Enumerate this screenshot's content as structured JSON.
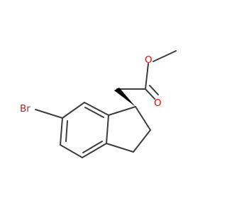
{
  "molecule": {
    "atoms": {
      "bromine": {
        "symbol": "Br",
        "color": "#a52a2a"
      },
      "carbonyl_oxygen": {
        "symbol": "O",
        "color": "#ff0000"
      },
      "ester_oxygen": {
        "symbol": "O",
        "color": "#ff0000"
      }
    },
    "colors": {
      "bond": "#3d3d3d",
      "background": "#ffffff"
    }
  }
}
